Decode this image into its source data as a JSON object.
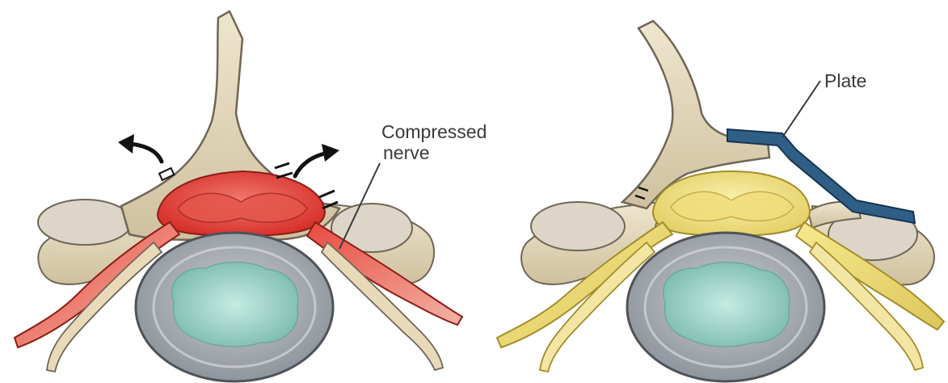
{
  "labels": {
    "compressed_line1": "Compressed",
    "compressed_line2": "nerve",
    "plate": "Plate"
  },
  "colors": {
    "bone": "#e7dcc0",
    "bone_shadow": "#b7a887",
    "outline": "#6f6656",
    "disc_outer": "#a6abb1",
    "disc_ring": "#c9cdd2",
    "disc_core": "#9ed0c6",
    "nerve_inflamed": "#e0403a",
    "nerve_inflamed_light": "#f2a39c",
    "nerve_healthy": "#efe08a",
    "nerve_healthy_dark": "#d8c457",
    "plate": "#2f5f86",
    "arrow": "#111111",
    "text": "#3a3a3a"
  },
  "panels": [
    {
      "state": "compressed",
      "arrows": [
        "arrow-left-icon",
        "arrow-right-icon"
      ]
    },
    {
      "state": "decompressed",
      "implant": "plate-icon"
    }
  ]
}
